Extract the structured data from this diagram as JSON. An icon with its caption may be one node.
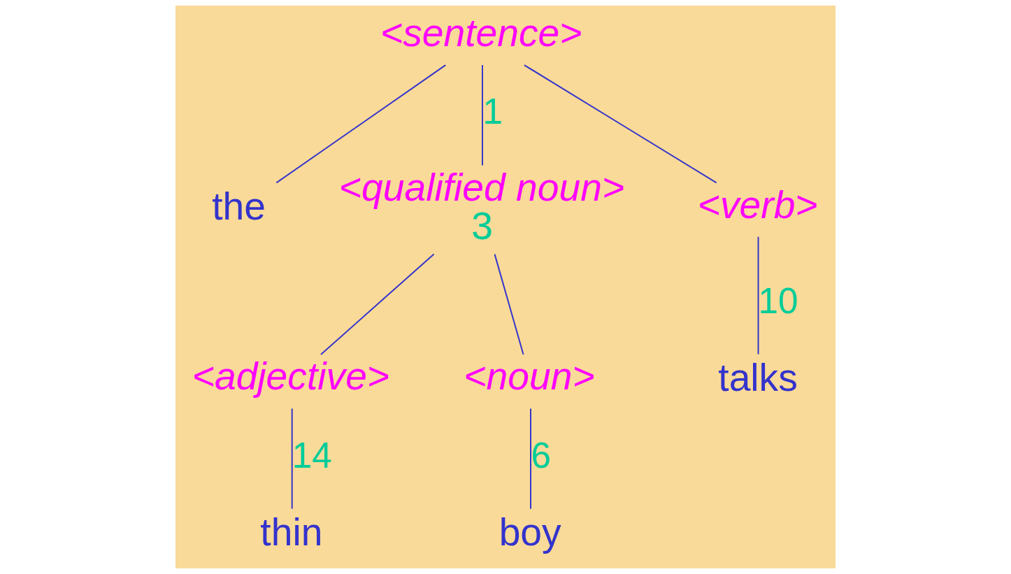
{
  "diagram": {
    "nodes": [
      {
        "text": [
          "<sentence>"
        ]
      },
      {
        "text": [
          "the"
        ]
      },
      {
        "text": [
          "<qualified noun>"
        ],
        "beside": [
          "3"
        ]
      },
      {
        "text": [
          "<verb>"
        ]
      },
      {
        "text": [
          "<adjective>"
        ]
      },
      {
        "text": [
          "<noun>"
        ]
      },
      {
        "text": [
          "talks"
        ]
      },
      {
        "text": [
          "thin"
        ]
      },
      {
        "text": [
          "boy"
        ]
      }
    ],
    "edges": [
      {
        "from": 0,
        "to": 1,
        "arrow": "none"
      },
      {
        "from": 0,
        "to": 2,
        "arrow": "none",
        "label": "1"
      },
      {
        "from": 0,
        "to": 3,
        "arrow": "none"
      },
      {
        "from": 2,
        "to": 4,
        "arrow": "none"
      },
      {
        "from": 2,
        "to": 5,
        "arrow": "none"
      },
      {
        "from": 3,
        "to": 6,
        "arrow": "none",
        "label": "10"
      },
      {
        "from": 4,
        "to": 7,
        "arrow": "none",
        "label": "14"
      },
      {
        "from": 5,
        "to": 8,
        "arrow": "none",
        "label": "6"
      }
    ]
  }
}
